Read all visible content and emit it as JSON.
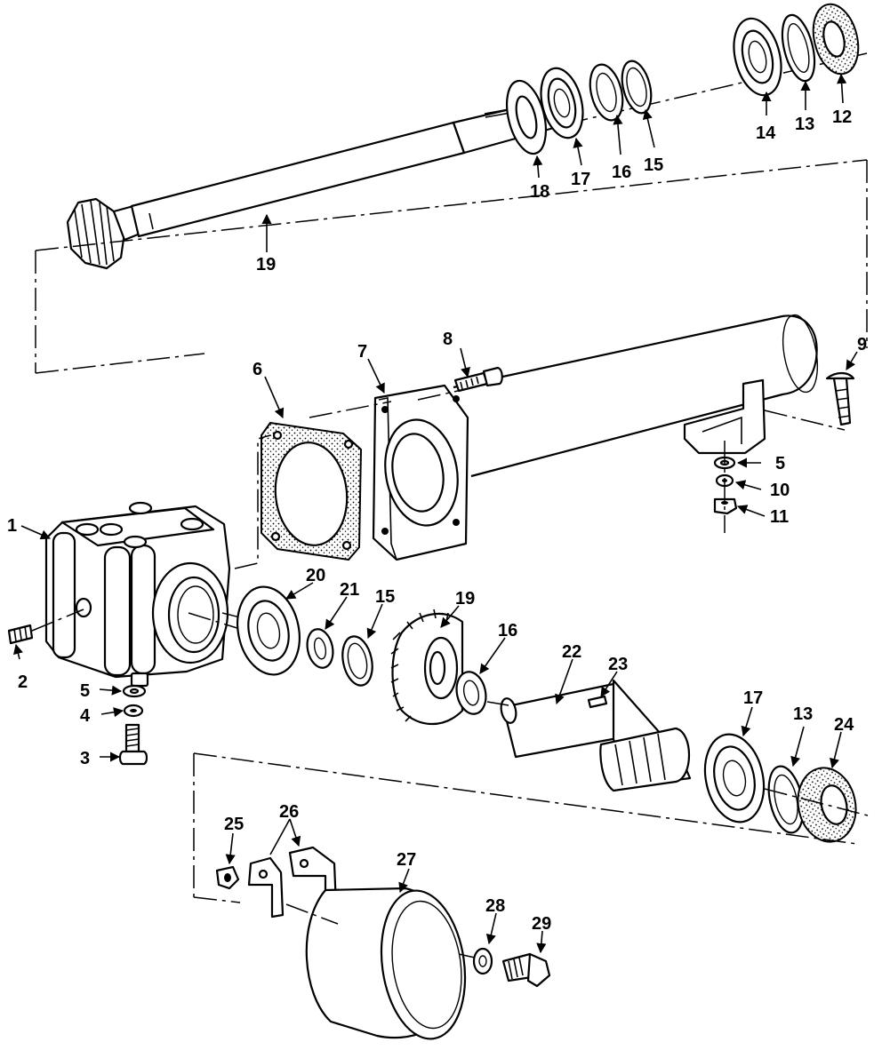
{
  "diagram": {
    "callouts": [
      "1",
      "2",
      "3",
      "4",
      "5",
      "6",
      "7",
      "8",
      "9",
      "10",
      "11",
      "12",
      "13",
      "14",
      "15",
      "16",
      "17",
      "18",
      "19",
      "20",
      "21",
      "22",
      "23",
      "24",
      "25",
      "26",
      "27",
      "28",
      "29"
    ],
    "palette": {
      "ink": "#000000",
      "paper": "#ffffff"
    }
  }
}
